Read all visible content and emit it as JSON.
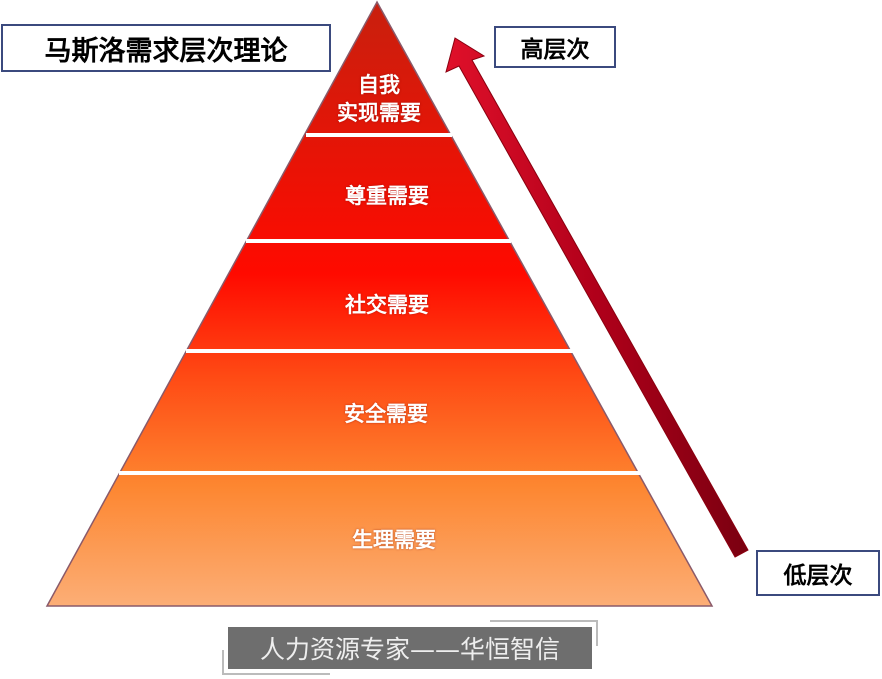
{
  "title": "马斯洛需求层次理论",
  "arrow": {
    "top_label": "高层次",
    "bottom_label": "低层次"
  },
  "levels": [
    {
      "line1": "自我",
      "line2": "实现需要"
    },
    {
      "label": "尊重需要"
    },
    {
      "label": "社交需要"
    },
    {
      "label": "安全需要"
    },
    {
      "label": "生理需要"
    }
  ],
  "watermark": "人力资源专家——华恒智信",
  "colors": {
    "top": "#c8200e",
    "mid": "#ff0a00",
    "bottom": "#fca86c",
    "arrow": "#c0001a",
    "border": "#3b4a7e"
  }
}
